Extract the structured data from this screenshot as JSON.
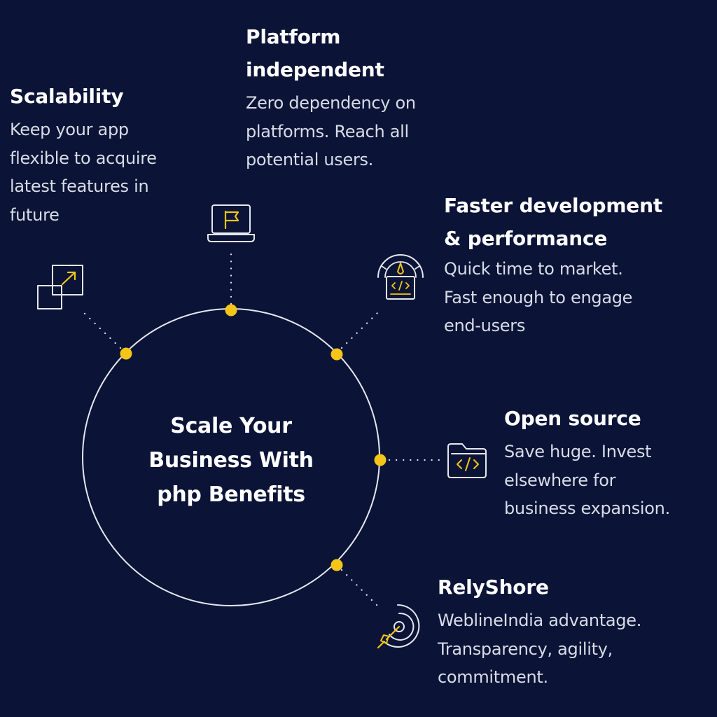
{
  "center": {
    "title_lines": [
      "Scale Your",
      "Business With",
      "php Benefits"
    ]
  },
  "benefits": [
    {
      "id": "scalability",
      "icon": "resize-squares-icon",
      "title_lines": [
        "Scalability"
      ],
      "desc_lines": [
        "Keep your app",
        "flexible to acquire",
        "latest features in",
        "future"
      ]
    },
    {
      "id": "platform",
      "icon": "laptop-flag-icon",
      "title_lines": [
        "Platform",
        "independent"
      ],
      "desc_lines": [
        "Zero dependency on",
        "platforms. Reach all",
        "potential users."
      ]
    },
    {
      "id": "faster",
      "icon": "speedometer-code-icon",
      "title_lines": [
        "Faster development",
        "& performance"
      ],
      "desc_lines": [
        "Quick time to market.",
        "Fast enough to engage",
        "end-users"
      ]
    },
    {
      "id": "opensource",
      "icon": "folder-code-icon",
      "title_lines": [
        "Open source"
      ],
      "desc_lines": [
        "Save huge. Invest",
        "elsewhere for",
        "business expansion."
      ]
    },
    {
      "id": "relyshore",
      "icon": "target-dart-icon",
      "title_lines": [
        "RelyShore"
      ],
      "desc_lines": [
        "WeblineIndia advantage.",
        "Transparency, agility,",
        "commitment."
      ]
    }
  ],
  "colors": {
    "background": "#0b1437",
    "accent": "#f5c518",
    "line": "#e6e8ef",
    "text": "#ffffff"
  }
}
